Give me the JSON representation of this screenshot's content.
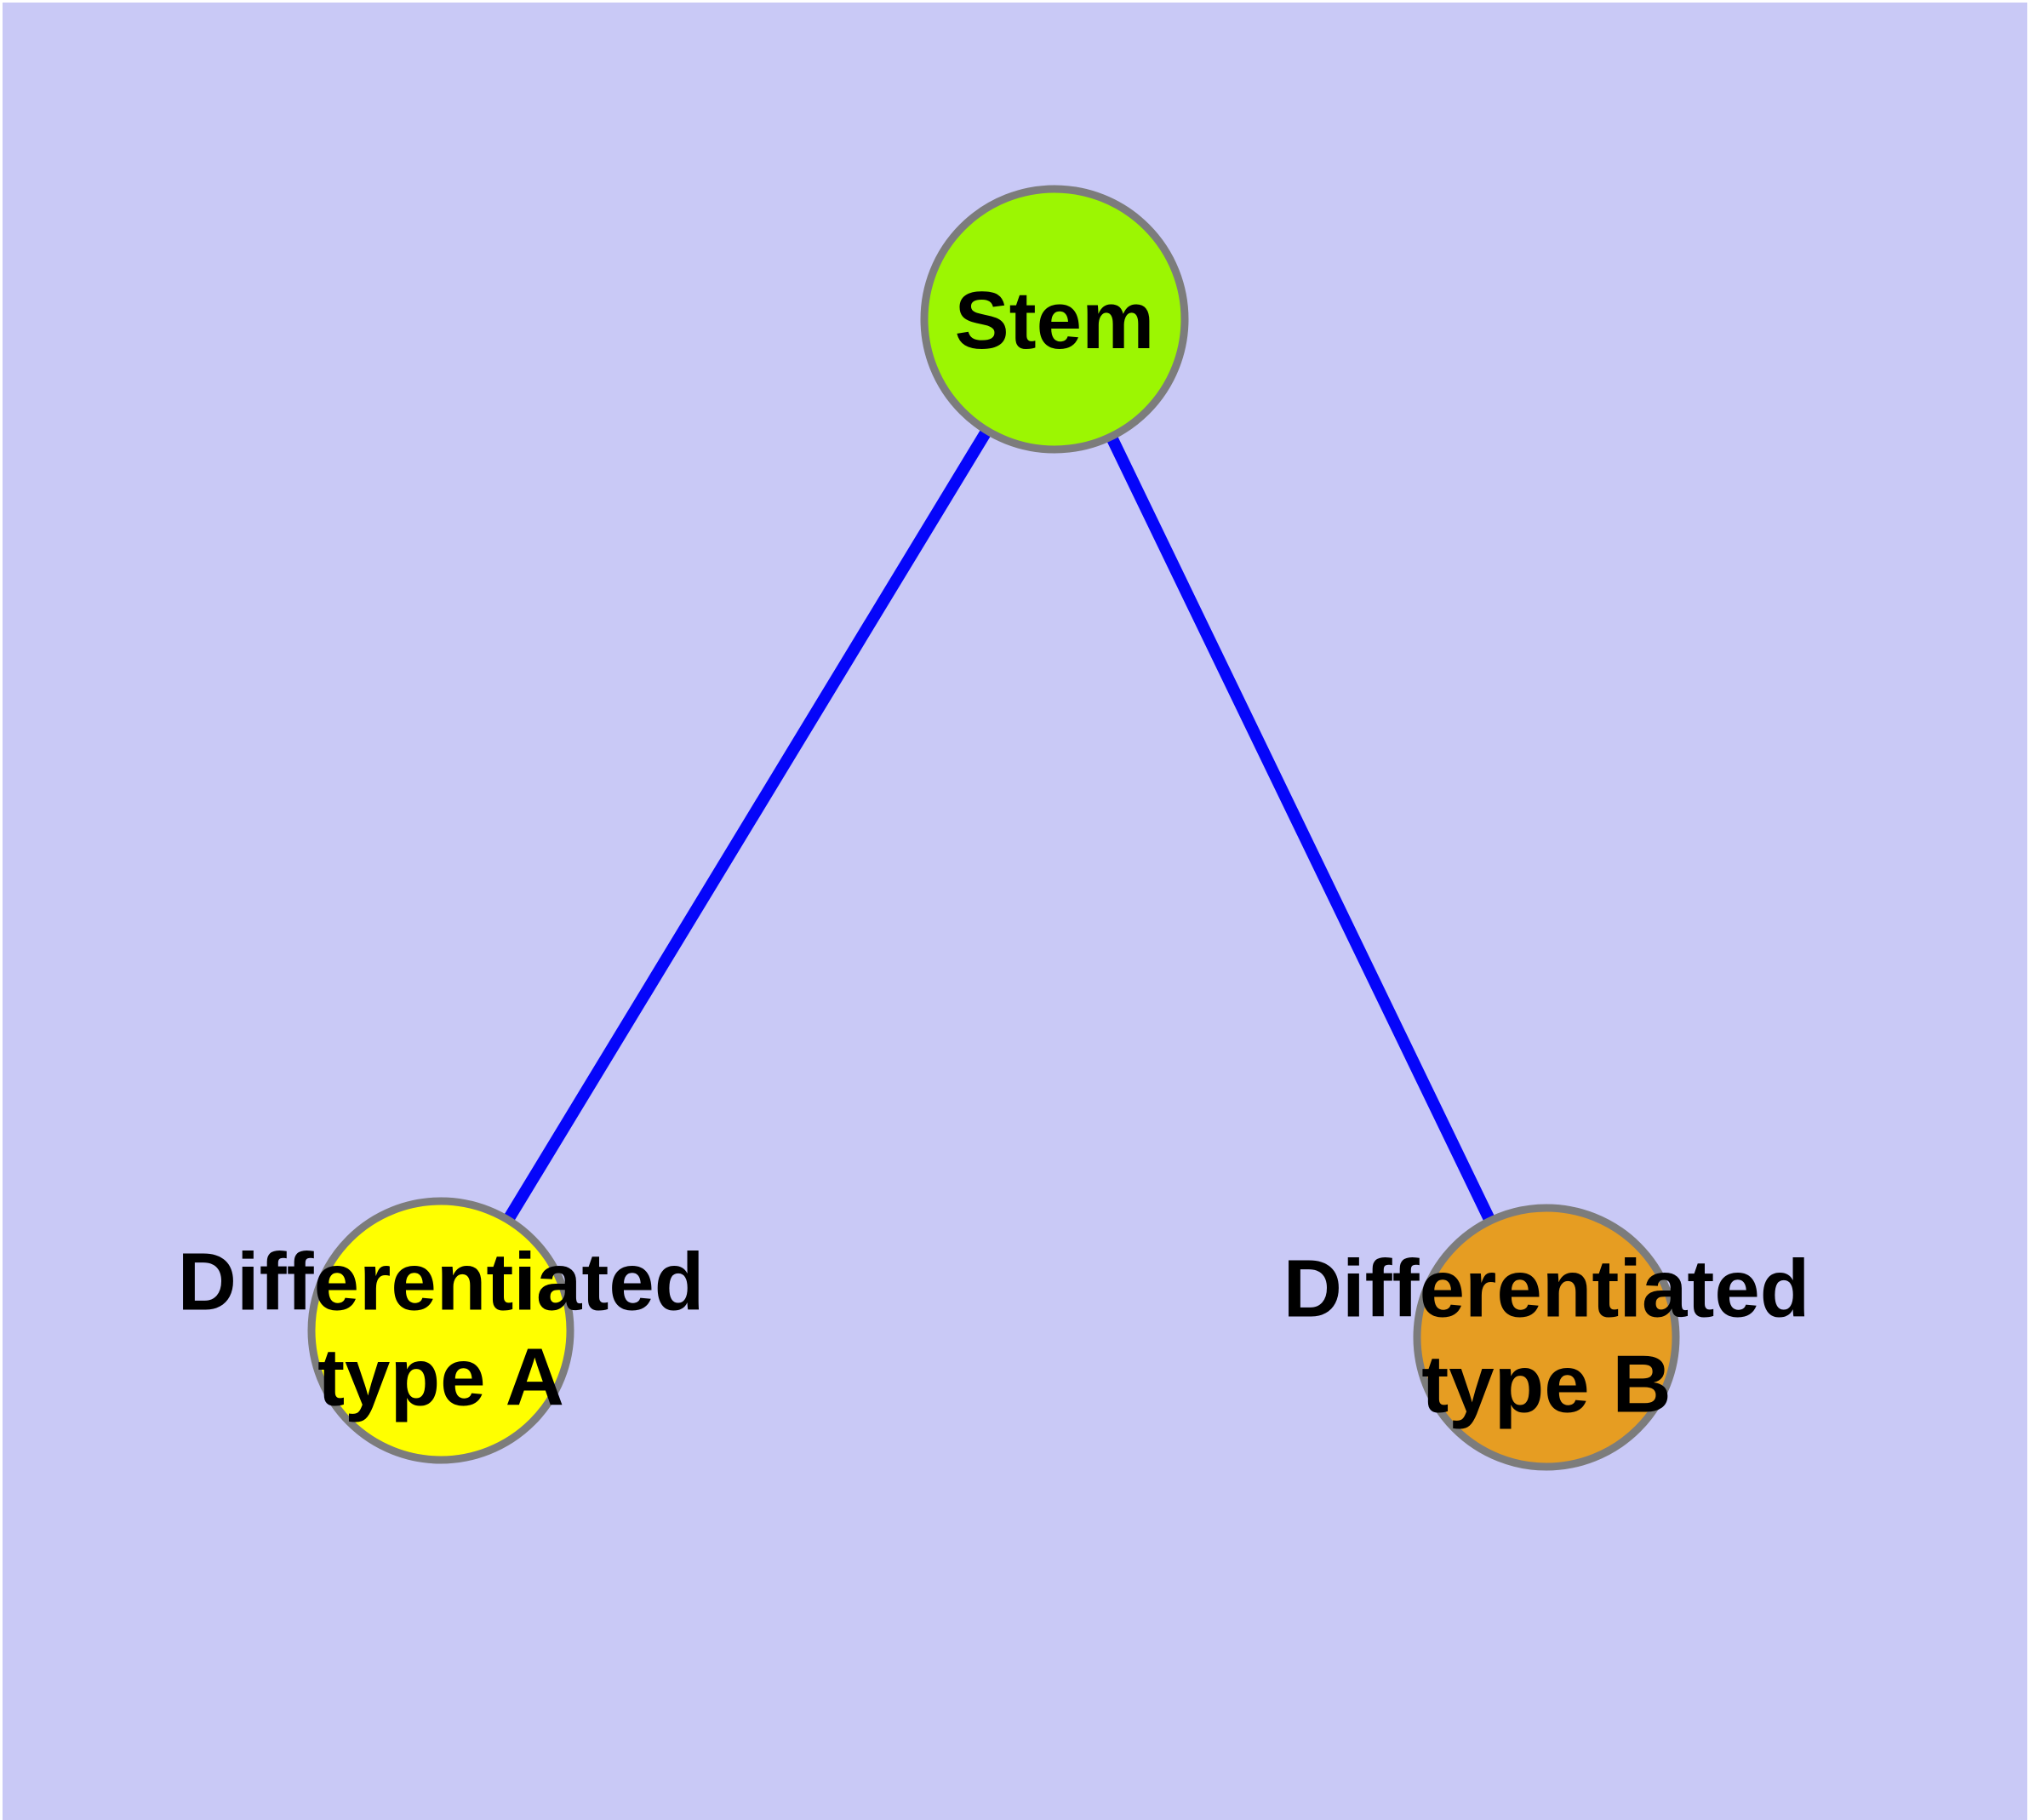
{
  "diagram": {
    "outer_background_color": "#ffffff",
    "background_color": "#c9c9f6",
    "edge_color": "#0505fa",
    "node_border_color": "#7c7c7c",
    "text_color": "#000000",
    "nodes": {
      "stem": {
        "label": "Stem",
        "color": "#9cf602"
      },
      "type_a": {
        "label_line1": "Differentiated",
        "label_line2": "type A",
        "color": "#ffff00"
      },
      "type_b": {
        "label_line1": "Differentiated",
        "label_line2": "type B",
        "color": "#e69d22"
      }
    },
    "edges": [
      {
        "from": "Stem",
        "to": "Differentiated type A"
      },
      {
        "from": "Stem",
        "to": "Differentiated type B"
      }
    ]
  }
}
